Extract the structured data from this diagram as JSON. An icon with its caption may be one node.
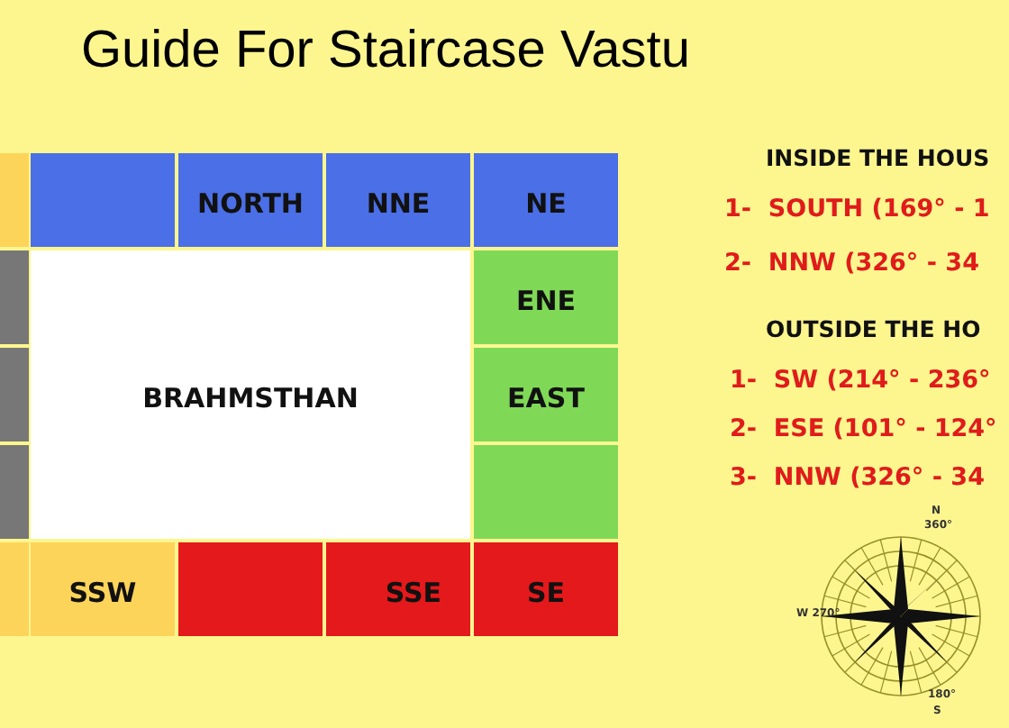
{
  "diagram": {
    "title": "Guide For Staircase Vastu",
    "nodes": [
      {
        "text": [],
        "shape": "box"
      },
      {
        "text": [],
        "shape": "box"
      },
      {
        "text": [
          "NORTH"
        ]
      },
      {
        "text": [
          "NNE"
        ]
      },
      {
        "text": [
          "NE"
        ]
      },
      {
        "text": [],
        "shape": "box"
      },
      {
        "text": [
          "BRAHMSTHAN"
        ]
      },
      {
        "text": [
          "ENE"
        ]
      },
      {
        "text": [],
        "shape": "box"
      },
      {
        "text": [
          "EAST"
        ]
      },
      {
        "text": [],
        "shape": "box"
      },
      {
        "text": [],
        "shape": "box"
      },
      {
        "text": [],
        "shape": "box"
      },
      {
        "text": [
          "SSW"
        ]
      },
      {
        "text": [],
        "shape": "box"
      },
      {
        "text": [
          "SSE"
        ]
      },
      {
        "text": [
          "SE"
        ]
      }
    ],
    "edges": [],
    "labels": [
      "INSIDE THE HOUS",
      "1-  SOUTH (169° - 1",
      "2-  NNW (326° - 34",
      "OUTSIDE THE HO",
      "1-  SW (214° - 236°",
      "2-  ESE (101° - 124°",
      "3-  NNW (326° - 34",
      "N",
      "360°",
      "W 270°",
      "180°",
      "S"
    ]
  }
}
